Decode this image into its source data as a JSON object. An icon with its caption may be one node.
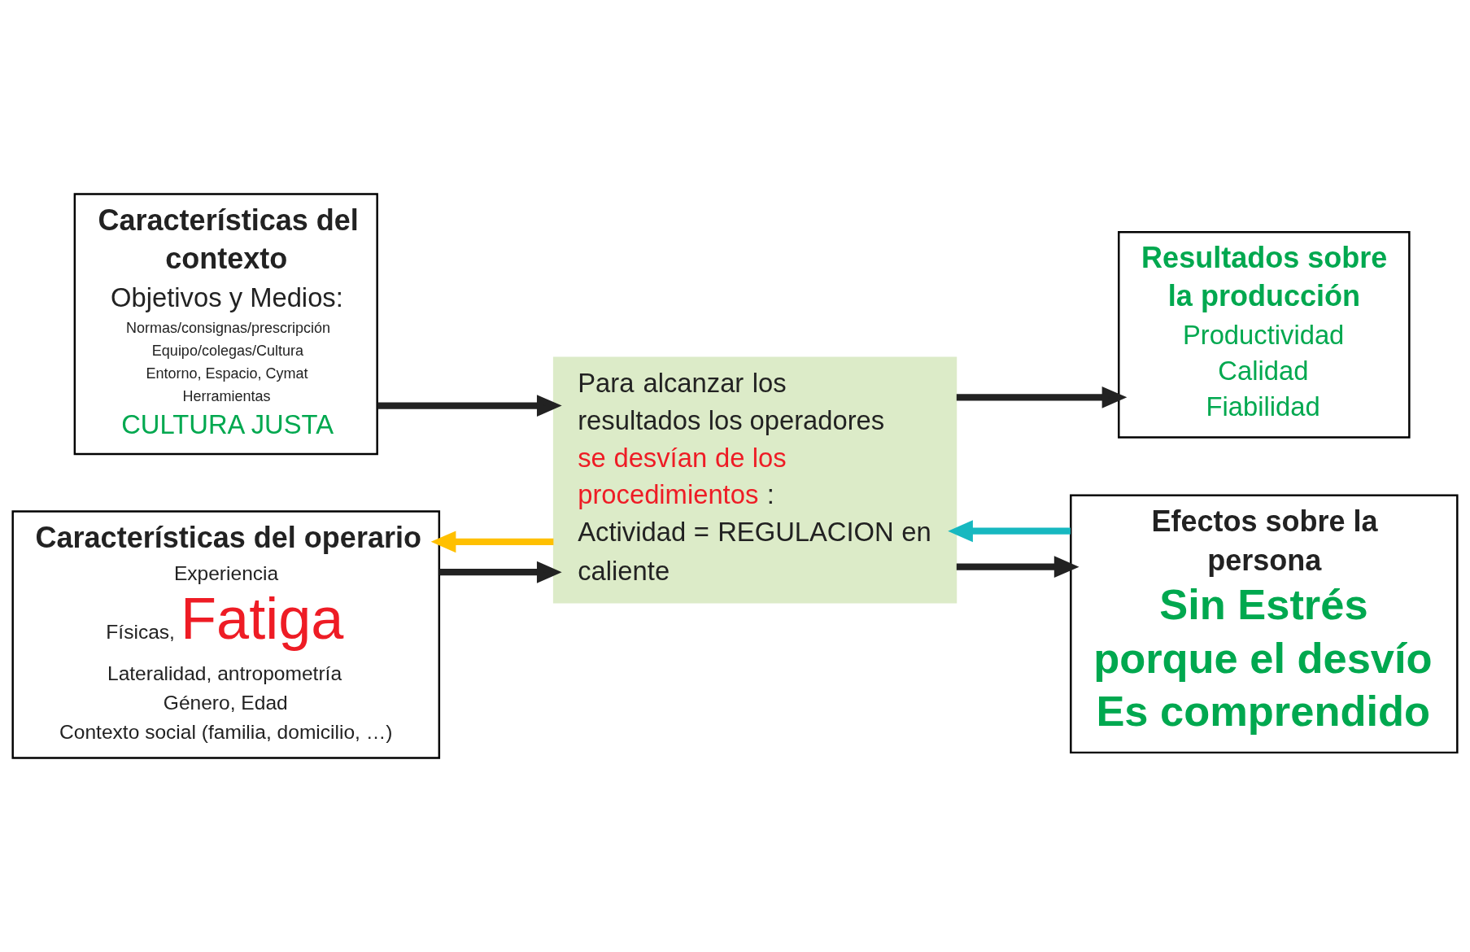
{
  "diagram": {
    "nodes": [
      {
        "text": [
          "Características del contexto",
          "Objetivos y Medios:",
          "Normas/consignas/prescripción",
          "Equipo/colegas/Cultura",
          "Entorno, Espacio, Cymat",
          "Herramientas",
          "CULTURA JUSTA"
        ]
      },
      {
        "text": [
          "Características del operario",
          "Experiencia",
          "Físicas,",
          "Fatiga",
          "Lateralidad, antropometría",
          "Género, Edad",
          "Contexto social (familia, domicilio, …)"
        ]
      },
      {
        "text": [
          "Para alcanzar los resultados los operadores",
          "se desvían de los procedimientos",
          ": Actividad = REGULACION en caliente"
        ]
      },
      {
        "text": [
          "Resultados sobre la producción",
          "Productividad",
          "Calidad",
          "Fiabilidad"
        ]
      },
      {
        "text": [
          "Efectos sobre la persona",
          "Sin Estrés porque el desvío Es comprendido"
        ]
      }
    ],
    "edges": [
      {
        "from": 0,
        "to": 2,
        "arrow": "to"
      },
      {
        "from": 1,
        "to": 2,
        "arrow": "to"
      },
      {
        "from": 2,
        "to": 3,
        "arrow": "to"
      },
      {
        "from": 2,
        "to": 4,
        "arrow": "to"
      },
      {
        "from": 2,
        "to": 1,
        "arrow": "to",
        "color": "#ffc000"
      },
      {
        "from": 4,
        "to": 2,
        "arrow": "to",
        "color": "#17b8c0"
      }
    ]
  }
}
